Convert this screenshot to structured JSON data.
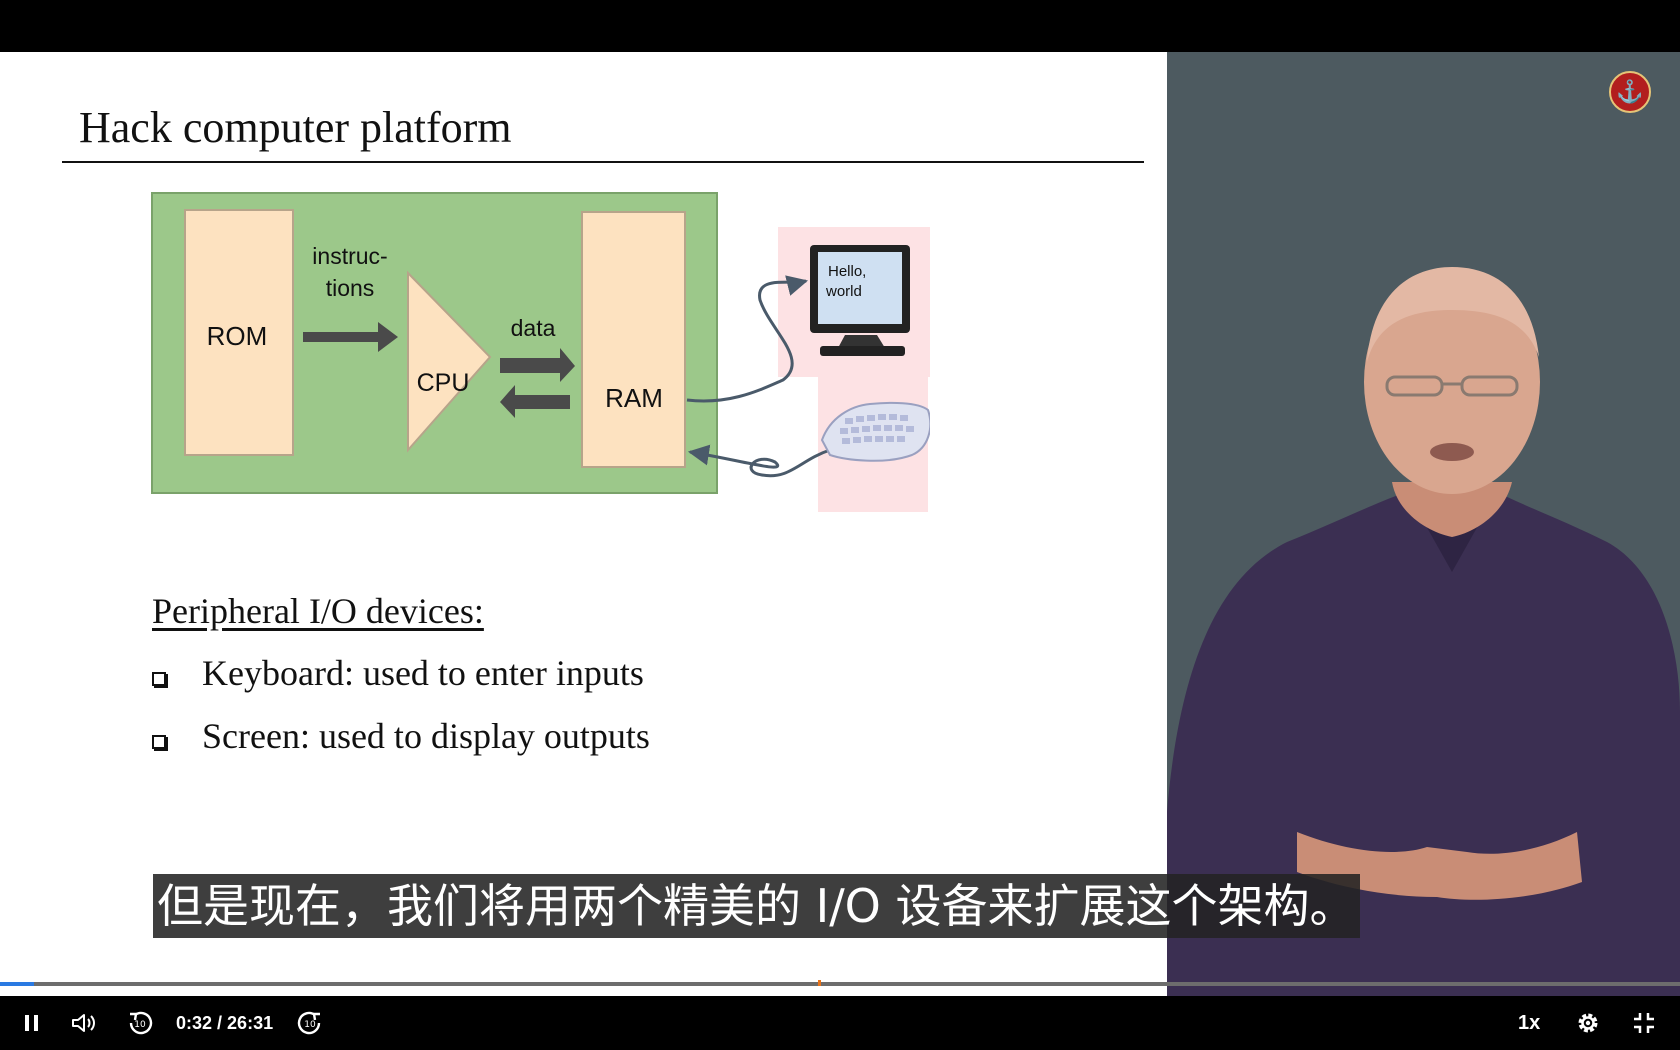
{
  "slide": {
    "title": "Hack computer platform",
    "diagram": {
      "rom": "ROM",
      "instructions_line1": "instruc-",
      "instructions_line2": "tions",
      "cpu": "CPU",
      "data": "data",
      "ram": "RAM",
      "screen_text_line1": "Hello,",
      "screen_text_line2": "world"
    },
    "peripheral_heading": "Peripheral I/O devices:",
    "bullets": [
      "Keyboard: used to enter inputs",
      "Screen: used to display outputs"
    ]
  },
  "subtitle": "但是现在，我们将用两个精美的 I/O 设备来扩展这个架构。",
  "player": {
    "current_time": "0:32",
    "duration": "26:31",
    "time_separator": " / ",
    "speed": "1x",
    "progress_fraction": 0.0201,
    "accent_color": "#2a7ae2"
  },
  "colors": {
    "diagram_green": "#9cc88a",
    "block_peach": "#fde2c0",
    "io_pink": "#fde2e4",
    "subtitle_bg": "#232323"
  }
}
